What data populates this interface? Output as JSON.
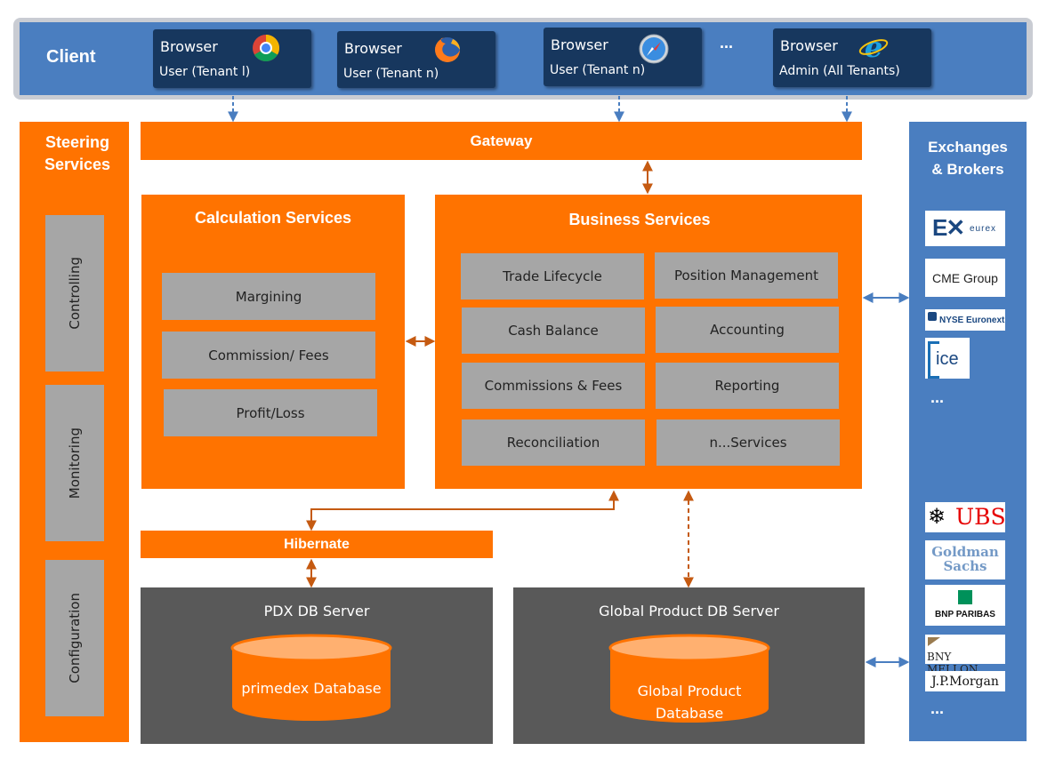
{
  "client": {
    "title": "Client",
    "ellipsis": "...",
    "browsers": [
      {
        "title": "Browser",
        "user": "User (Tenant l)",
        "icon": "chrome-icon"
      },
      {
        "title": "Browser",
        "user": "User (Tenant n)",
        "icon": "firefox-icon"
      },
      {
        "title": "Browser",
        "user": "User (Tenant n)",
        "icon": "safari-icon"
      },
      {
        "title": "Browser",
        "user": "Admin (All Tenants)",
        "icon": "internet-explorer-icon"
      }
    ]
  },
  "steering": {
    "title_line1": "Steering",
    "title_line2": "Services",
    "items": [
      "Controlling",
      "Monitoring",
      "Configuration"
    ]
  },
  "gateway": {
    "title": "Gateway"
  },
  "calculation": {
    "title": "Calculation Services",
    "items": [
      "Margining",
      "Commission/ Fees",
      "Profit/Loss"
    ]
  },
  "business": {
    "title": "Business Services",
    "items": [
      "Trade Lifecycle",
      "Position Management",
      "Cash Balance",
      "Accounting",
      "Commissions & Fees",
      "Reporting",
      "Reconciliation",
      "n...Services"
    ]
  },
  "hibernate": {
    "title": "Hibernate"
  },
  "pdx_db": {
    "title": "PDX DB Server",
    "database": "primedex Database"
  },
  "global_db": {
    "title": "Global Product DB Server",
    "database_line1": "Global Product",
    "database_line2": "Database"
  },
  "exchanges": {
    "title_line1": "Exchanges",
    "title_line2": "& Brokers",
    "eurex": "eurex",
    "cme": "CME Group",
    "nyse": "NYSE Euronext",
    "ice": "ICE",
    "ellipsis1": "...",
    "ubs": "UBS",
    "goldman_line1": "Goldman",
    "goldman_line2": "Sachs",
    "bnp": "BNP PARIBAS",
    "bny": "BNY MELLON",
    "jpm": "J.P.Morgan",
    "ellipsis2": "..."
  },
  "colors": {
    "orange": "#ff7300",
    "blue": "#4a7ec0",
    "grey": "#a6a6a6",
    "dark": "#595959",
    "navy": "#17375e"
  }
}
